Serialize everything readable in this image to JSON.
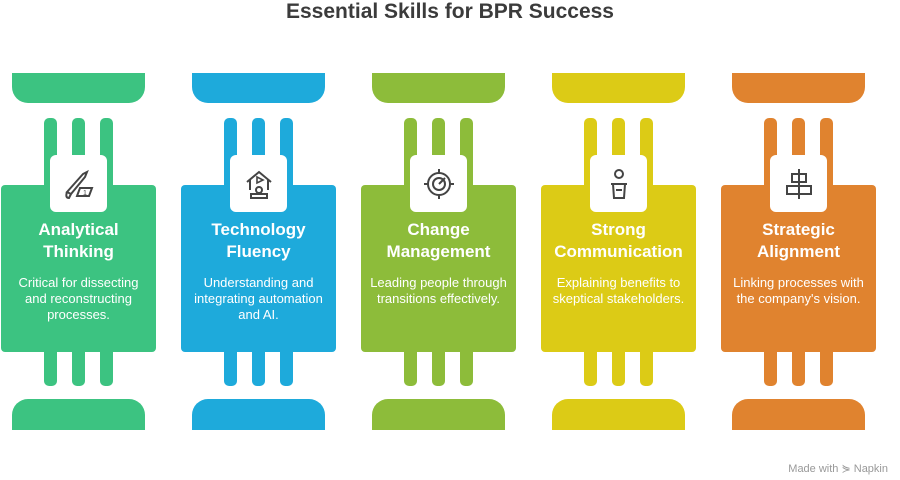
{
  "title": "Essential Skills for BPR Success",
  "skills": [
    {
      "title_l1": "Analytical",
      "title_l2": "Thinking",
      "desc": "Critical for dissecting and reconstructing processes.",
      "color": "#3CC381",
      "icon": "knife-evidence-icon"
    },
    {
      "title_l1": "Technology",
      "title_l2": "Fluency",
      "desc": "Understanding and integrating automation and AI.",
      "color": "#1EAADB",
      "icon": "smart-home-robot-icon"
    },
    {
      "title_l1": "Change",
      "title_l2": "Management",
      "desc": "Leading people through transitions effectively.",
      "color": "#8DBC3A",
      "icon": "target-gauge-icon"
    },
    {
      "title_l1": "Strong",
      "title_l2": "Communication",
      "desc": "Explaining benefits to skeptical stakeholders.",
      "color": "#DCCB16",
      "icon": "speaker-podium-icon"
    },
    {
      "title_l1": "Strategic",
      "title_l2": "Alignment",
      "desc": "Linking processes with the company's vision.",
      "color": "#E0832F",
      "icon": "align-center-icon"
    }
  ],
  "credit": "Made with ⋟ Napkin"
}
